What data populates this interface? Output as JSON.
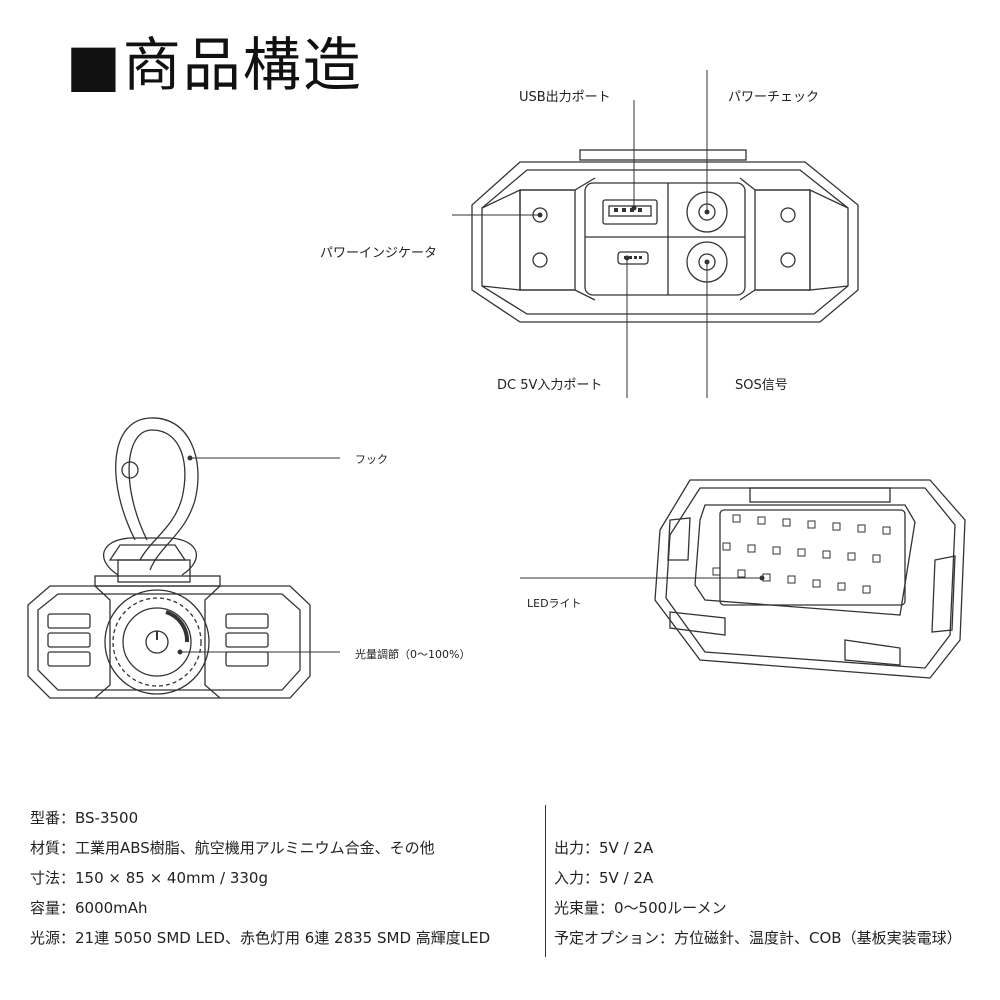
{
  "page": {
    "title": "■商品構造"
  },
  "callouts": {
    "usb_output_port": "USB出力ポート",
    "power_check": "パワーチェック",
    "power_indicator": "パワーインジケータ",
    "dc_input_port": "DC 5V入力ポート",
    "sos_signal": "SOS信号",
    "hook": "フック",
    "dimmer": "光量調節（0～100%）",
    "led_light": "LEDライト"
  },
  "specs_left": [
    "型番：BS-3500",
    "材質：工業用ABS樹脂、航空機用アルミニウム合金、その他",
    "寸法：150 × 85 × 40mm / 330g",
    "容量：6000mAh",
    "光源：21連 5050 SMD LED、赤色灯用 6連 2835 SMD 高輝度LED"
  ],
  "specs_right": [
    "出力：5V / 2A",
    "入力：5V / 2A",
    "光束量：0～500ルーメン",
    "予定オプション：方位磁針、温度計、COB（基板実装電球）"
  ]
}
